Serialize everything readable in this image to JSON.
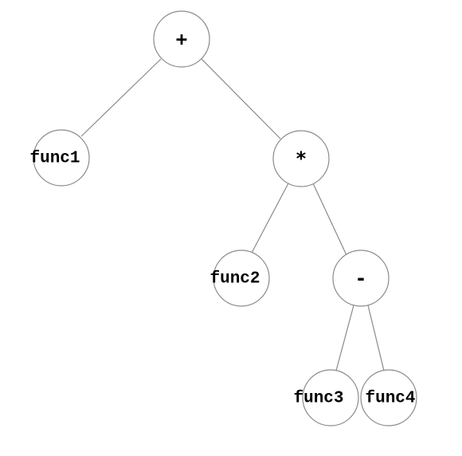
{
  "tree": {
    "nodes": [
      {
        "id": "plus",
        "label": "+",
        "kind": "operator"
      },
      {
        "id": "func1",
        "label": "func1",
        "kind": "function"
      },
      {
        "id": "times",
        "label": "*",
        "kind": "operator"
      },
      {
        "id": "func2",
        "label": "func2",
        "kind": "function"
      },
      {
        "id": "minus",
        "label": "-",
        "kind": "operator"
      },
      {
        "id": "func3",
        "label": "func3",
        "kind": "function"
      },
      {
        "id": "func4",
        "label": "func4",
        "kind": "function"
      }
    ],
    "edges": [
      {
        "from": "plus",
        "to": "func1"
      },
      {
        "from": "plus",
        "to": "times"
      },
      {
        "from": "times",
        "to": "func2"
      },
      {
        "from": "times",
        "to": "minus"
      },
      {
        "from": "minus",
        "to": "func3"
      },
      {
        "from": "minus",
        "to": "func4"
      }
    ]
  }
}
